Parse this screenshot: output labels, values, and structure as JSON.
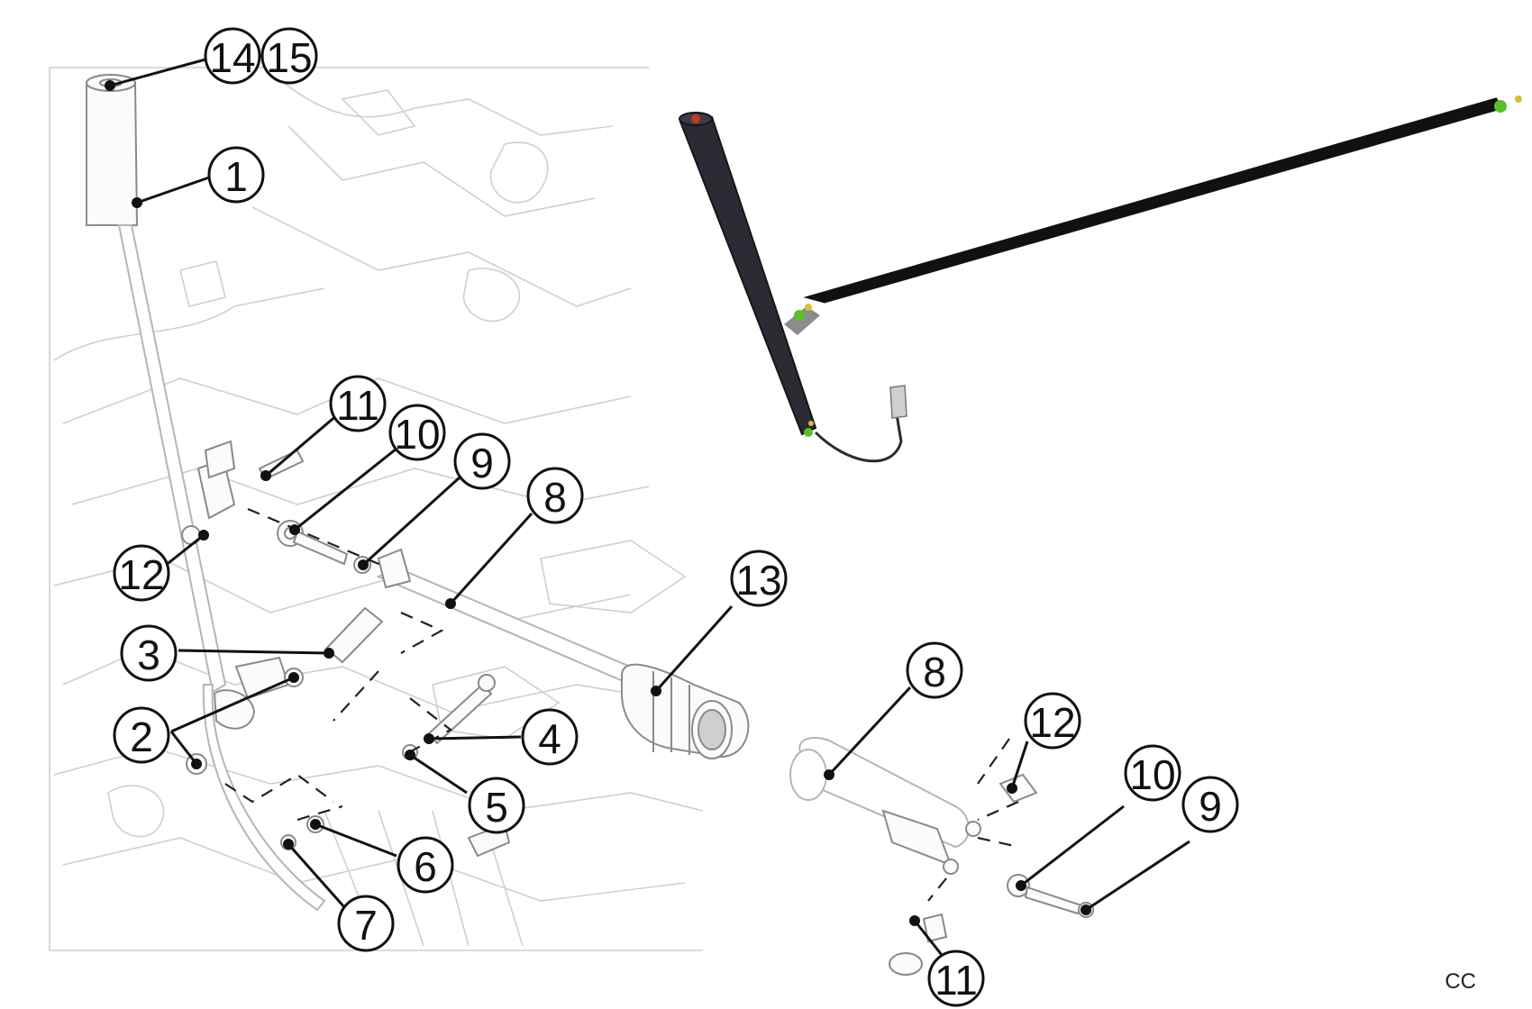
{
  "callouts": [
    {
      "id": "c14",
      "label": "14"
    },
    {
      "id": "c15",
      "label": "15"
    },
    {
      "id": "c1",
      "label": "1"
    },
    {
      "id": "c11a",
      "label": "11"
    },
    {
      "id": "c10a",
      "label": "10"
    },
    {
      "id": "c9a",
      "label": "9"
    },
    {
      "id": "c8a",
      "label": "8"
    },
    {
      "id": "c12a",
      "label": "12"
    },
    {
      "id": "c13",
      "label": "13"
    },
    {
      "id": "c3",
      "label": "3"
    },
    {
      "id": "c2",
      "label": "2"
    },
    {
      "id": "c4",
      "label": "4"
    },
    {
      "id": "c5",
      "label": "5"
    },
    {
      "id": "c6",
      "label": "6"
    },
    {
      "id": "c7",
      "label": "7"
    },
    {
      "id": "c8b",
      "label": "8"
    },
    {
      "id": "c12b",
      "label": "12"
    },
    {
      "id": "c10b",
      "label": "10"
    },
    {
      "id": "c9b",
      "label": "9"
    },
    {
      "id": "c11b",
      "label": "11"
    }
  ],
  "corner_code": "CC",
  "colors": {
    "tube_dark": "#2a2b33",
    "rod_black": "#111111",
    "cap_red": "#c0392b",
    "joint_green": "#5bbf2a",
    "joint_yellow": "#d8c22c"
  }
}
